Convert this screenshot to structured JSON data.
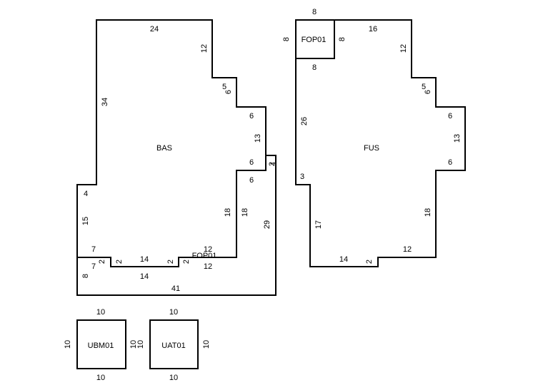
{
  "sketch": {
    "areas": {
      "bas": "BAS",
      "fus": "FUS",
      "fop_upper": "FOP01",
      "fop_lower": "FOP01",
      "ubm": "UBM01",
      "uat": "UAT01"
    },
    "dims": {
      "bas_top": "24",
      "bas_r1": "12",
      "bas_s1a": "5",
      "bas_s1b": "6",
      "bas_s2": "6",
      "bas_r2": "13",
      "bas_s3": "6",
      "bas_ext_s": "6",
      "bas_ext_top": "2",
      "bas_ext_tick": "1",
      "bas_r3": "18",
      "bas_ext_r": "18",
      "bas_ext_29": "29",
      "bas_left34": "34",
      "bas_notch4": "4",
      "bas_left15": "15",
      "bas_step7a": "7",
      "bas_step7b": "7",
      "bas_2a": "2",
      "bas_2b": "2",
      "bas_14a": "14",
      "bas_2c": "2",
      "bas_2d": "2",
      "bas_12a": "12",
      "bas_14b": "14",
      "bas_12b": "12",
      "bas_left8": "8",
      "bas_bottom41": "41",
      "fop_top": "8",
      "fop_left": "8",
      "fop_right": "8",
      "fop_bottom": "8",
      "fus_top": "16",
      "fus_r1": "12",
      "fus_s1a": "5",
      "fus_s1b": "6",
      "fus_s2": "6",
      "fus_r2": "13",
      "fus_s3": "6",
      "fus_r3": "18",
      "fus_12": "12",
      "fus_2": "2",
      "fus_14": "14",
      "fus_17": "17",
      "fus_3": "3",
      "fus_26": "26",
      "ubm_top": "10",
      "ubm_bottom": "10",
      "ubm_left": "10",
      "ubm_right": "10",
      "uat_top": "10",
      "uat_bottom": "10",
      "uat_left": "10",
      "uat_right": "10"
    }
  }
}
